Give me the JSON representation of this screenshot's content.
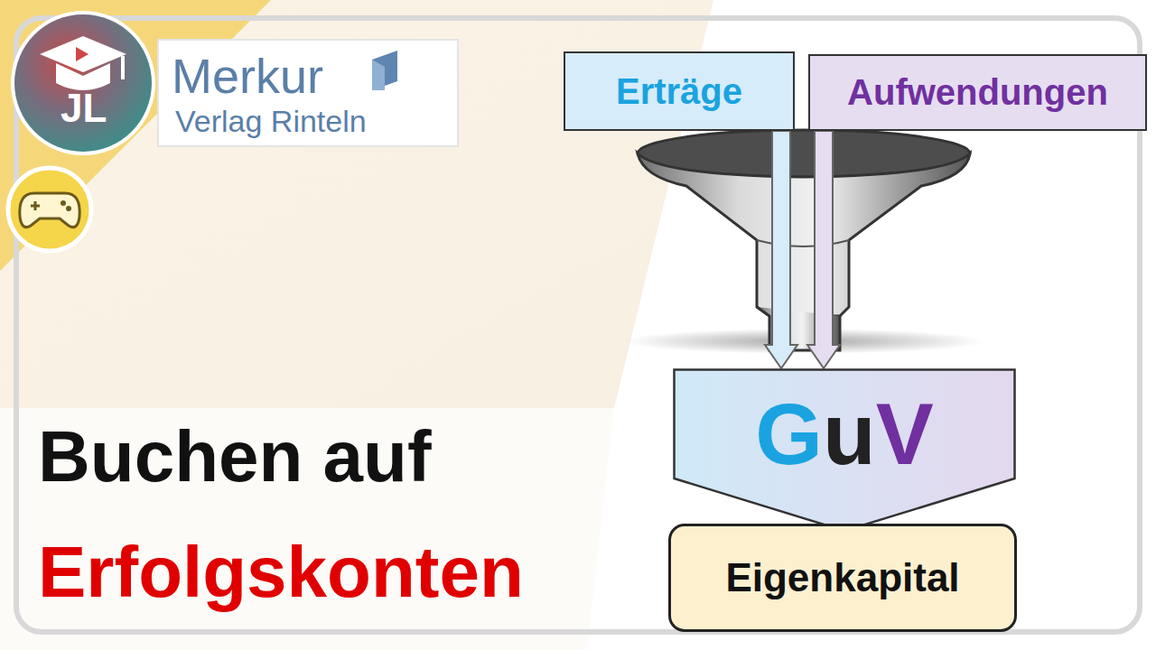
{
  "diagram": {
    "nodes": [
      {
        "text": [
          "Erträge"
        ]
      },
      {
        "text": [
          "Aufwendungen"
        ]
      },
      {
        "text": [
          "GuV"
        ]
      },
      {
        "text": [
          "Eigenkapital"
        ]
      }
    ],
    "edges": [
      {
        "from": 0,
        "to": 2,
        "arrow": "to"
      },
      {
        "from": 1,
        "to": 2,
        "arrow": "to"
      }
    ],
    "labels": [
      "JL",
      "Merkur",
      "Verlag Rinteln",
      "Buchen auf",
      "Erfolgskonten"
    ]
  }
}
